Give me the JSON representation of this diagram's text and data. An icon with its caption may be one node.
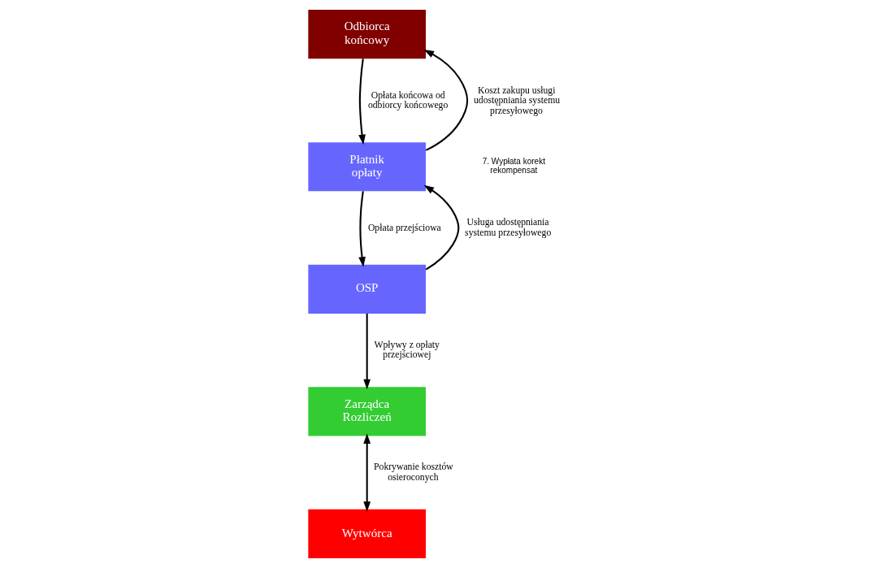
{
  "diagram": {
    "nodes": [
      {
        "text": [
          "Odbiorca końcowy"
        ]
      },
      {
        "text": [
          "Płatnik opłaty"
        ]
      },
      {
        "text": [
          "OSP"
        ]
      },
      {
        "text": [
          "Zarządca Rozliczeń"
        ]
      },
      {
        "text": [
          "Wytwórca"
        ]
      }
    ],
    "edges": [
      {
        "from": 1,
        "to": 0,
        "arrow": "to",
        "label": "Koszt zakupu usługi udostępniania systemu przesyłowego"
      },
      {
        "from": 0,
        "to": 1,
        "arrow": "to",
        "label": "Opłata końcowa od odbiorcy końcowego"
      },
      {
        "from": 2,
        "to": 1,
        "arrow": "to",
        "label": "Usługa udostępniania systemu przesyłowego"
      },
      {
        "from": 1,
        "to": 2,
        "arrow": "to",
        "label": "Opłata przejściowa"
      },
      {
        "from": 2,
        "to": 3,
        "arrow": "to",
        "label": "Wpływy z opłaty przejściowej"
      },
      {
        "from": 3,
        "to": 4,
        "arrow": "both",
        "label": "Pokrywanie kosztów osieroconych"
      }
    ],
    "labels": [
      "7. Wypłata korekt rekompensat"
    ]
  }
}
